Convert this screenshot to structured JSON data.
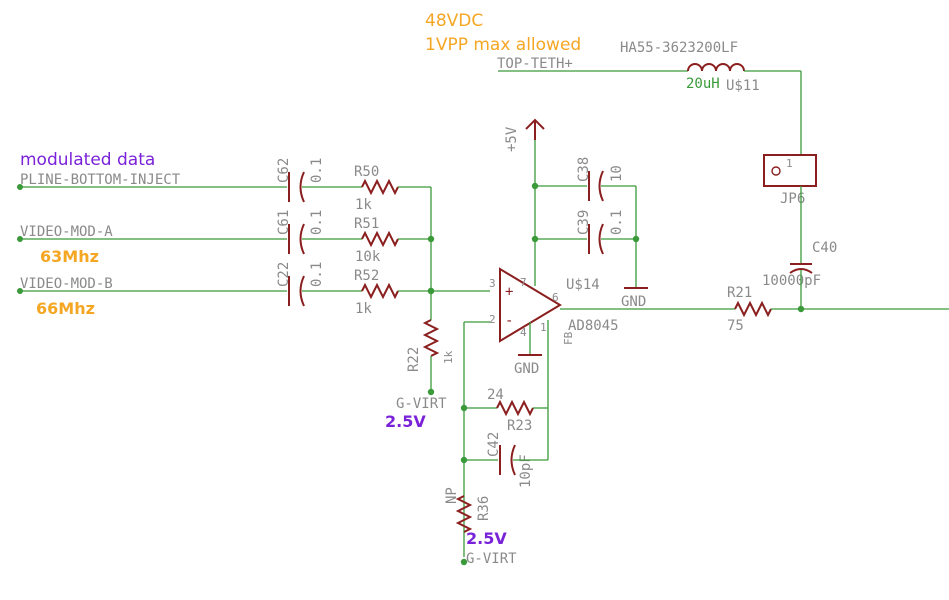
{
  "notes": {
    "supply": "48VDC",
    "ripple": "1VPP max allowed",
    "modulated": "modulated data",
    "freq_a": "63Mhz",
    "freq_b": "66Mhz",
    "virt_top": "2.5V",
    "virt_bottom": "2.5V"
  },
  "nets": {
    "top_teth": "TOP-TETH+",
    "pline": "PLINE-BOTTOM-INJECT",
    "video_a": "VIDEO-MOD-A",
    "video_b": "VIDEO-MOD-B",
    "vplus": "+5V",
    "gnd1": "GND",
    "gnd2": "GND",
    "gvirt1": "G-VIRT",
    "gvirt2": "G-VIRT"
  },
  "components": {
    "inductor": {
      "part": "HA55-3623200LF",
      "value": "20uH",
      "ref": "U$11"
    },
    "jp6": {
      "ref": "JP6",
      "pin": "1"
    },
    "c40": {
      "ref": "C40",
      "value": "10000pF"
    },
    "c62": {
      "ref": "C62",
      "value": "0.1"
    },
    "c61": {
      "ref": "C61",
      "value": "0.1"
    },
    "c22": {
      "ref": "C22",
      "value": "0.1"
    },
    "r50": {
      "ref": "R50",
      "value": "1k"
    },
    "r51": {
      "ref": "R51",
      "value": "10k"
    },
    "r52": {
      "ref": "R52",
      "value": "1k"
    },
    "c38": {
      "ref": "C38",
      "value": "10"
    },
    "c39": {
      "ref": "C39",
      "value": "0.1"
    },
    "opamp": {
      "ref": "U$14",
      "part": "AD8045",
      "pin_in_plus": "3",
      "pin_in_minus": "2",
      "pin_out": "6",
      "pin_vplus": "7",
      "pin_vminus": "4",
      "pin_fb": "1",
      "fb_label": "FB",
      "plus_sign": "+",
      "minus_sign": "-"
    },
    "r21": {
      "ref": "R21",
      "value": "75"
    },
    "r22": {
      "ref": "R22",
      "value": "1k"
    },
    "r23": {
      "ref": "R23",
      "value": "24"
    },
    "c42": {
      "ref": "C42",
      "value": "10pF"
    },
    "r36": {
      "ref": "R36",
      "value": "NP"
    }
  }
}
